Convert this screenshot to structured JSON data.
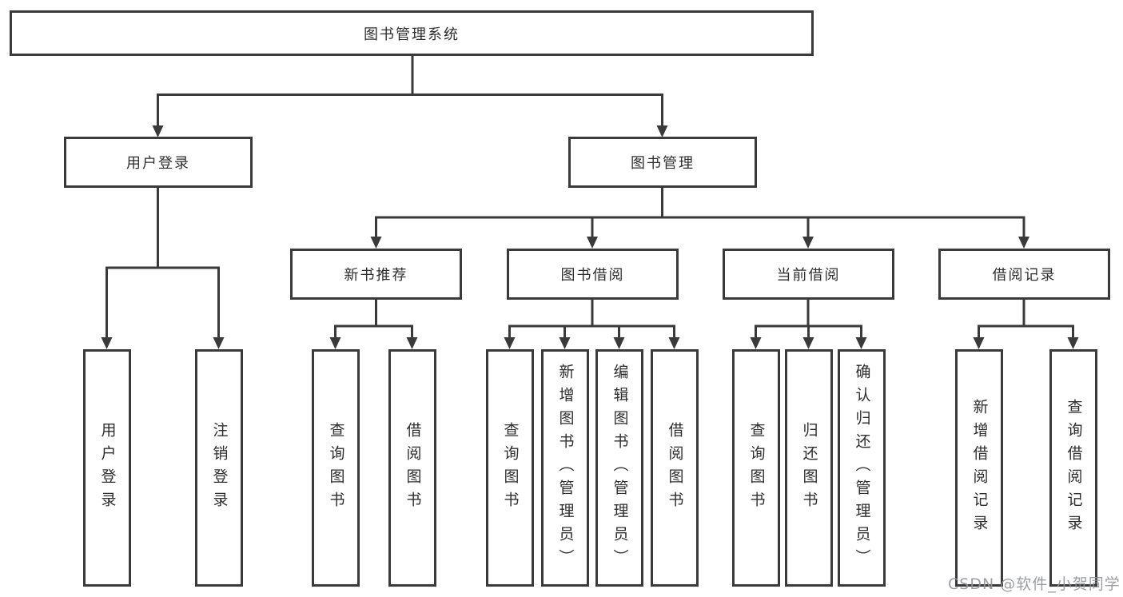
{
  "diagram": {
    "root_label": "图书管理系统",
    "branches": [
      {
        "label": "用户登录"
      },
      {
        "label": "图书管理"
      }
    ],
    "modules": [
      {
        "label": "新书推荐"
      },
      {
        "label": "图书借阅"
      },
      {
        "label": "当前借阅"
      },
      {
        "label": "借阅记录"
      }
    ],
    "leaves": [
      {
        "label": "用户登录"
      },
      {
        "label": "注销登录"
      },
      {
        "label": "查询图书"
      },
      {
        "label": "借阅图书"
      },
      {
        "label": "查询图书"
      },
      {
        "label": "新增图书（管理员）"
      },
      {
        "label": "编辑图书（管理员）"
      },
      {
        "label": "借阅图书"
      },
      {
        "label": "查询图书"
      },
      {
        "label": "归还图书"
      },
      {
        "label": "确认归还（管理员）"
      },
      {
        "label": "新增借阅记录"
      },
      {
        "label": "查询借阅记录"
      }
    ]
  },
  "watermark": {
    "text": "CSDN @软件_小贺同学"
  },
  "colors": {
    "line": "#3a3a3a",
    "text": "#2e2e2e",
    "watermark": "#94969b",
    "background": "#ffffff"
  }
}
